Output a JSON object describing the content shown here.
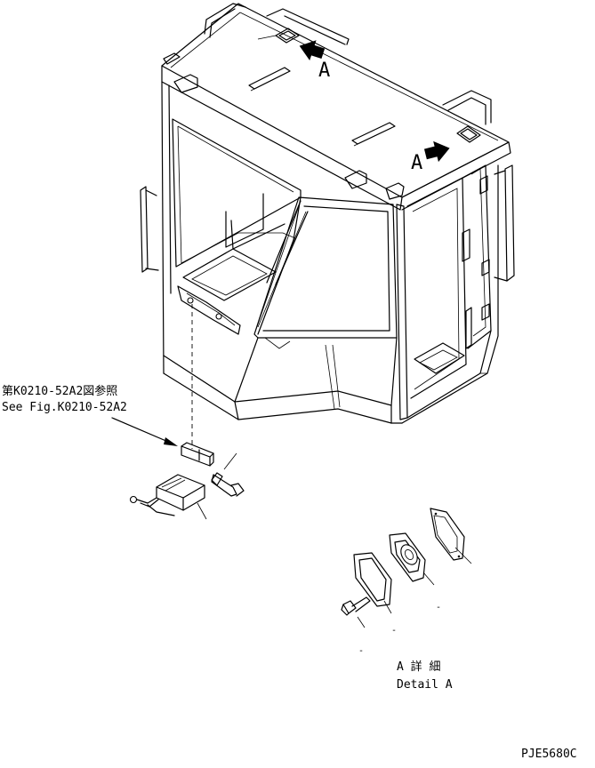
{
  "labels": {
    "view_arrow_upper": "A",
    "view_arrow_lower": "A",
    "reference_jp": "第K0210-52A2図参照",
    "reference_en": "See Fig.K0210-52A2",
    "detail_jp": "A 詳 細",
    "detail_en": "Detail A",
    "drawing_code": "PJE5680C"
  },
  "part_marks": {
    "detail_bottom_left": "-",
    "detail_bottom_mid": "-",
    "detail_right": "-"
  }
}
